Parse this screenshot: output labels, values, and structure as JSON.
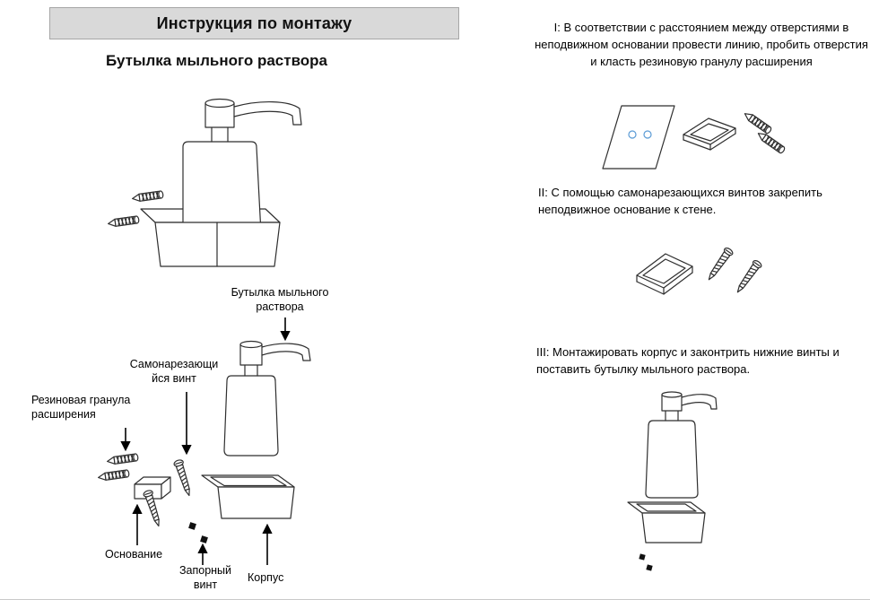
{
  "header": {
    "title": "Инструкция по монтажу",
    "subtitle": "Бутылка мыльного раствора"
  },
  "steps": [
    {
      "text": "I: В соответствии с расстоянием между отверстиями в неподвижном основании провести линию, пробить отверстия и класть резиновую гранулу расширения"
    },
    {
      "text": "II: С помощью самонарезающихся винтов закрепить неподвижное основание к стене."
    },
    {
      "text": "III: Монтажировать корпус и законтрить нижние винты и поставить бутылку мыльного раствора."
    }
  ],
  "diagram_labels": {
    "bottle": "Бутылка мыльного раствора",
    "self_tapping_screw": "Самонарезающи йся винт",
    "rubber_granule": "Резиновая гранула расширения",
    "base": "Основание",
    "lock_screw": "Запорный винт",
    "body": "Корпус"
  },
  "colors": {
    "header_bg": "#d9d9d9",
    "line": "#2f2f2f",
    "hole_accent": "#5b9bd5"
  }
}
